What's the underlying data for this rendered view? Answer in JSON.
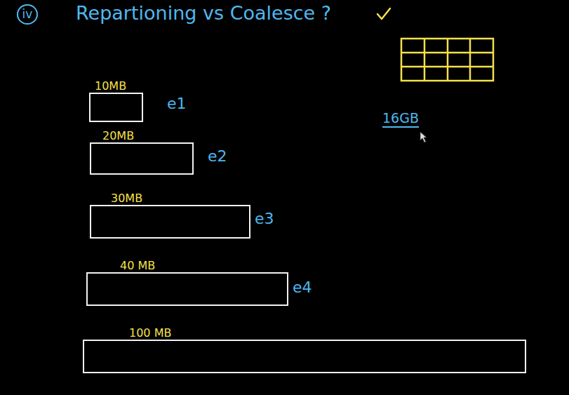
{
  "diagram": {
    "title": "Repartioning vs Coalesce ?",
    "nodes": [
      {
        "text": [
          "10MB",
          "e1"
        ]
      },
      {
        "text": [
          "20MB",
          "e2"
        ]
      },
      {
        "text": [
          "30MB",
          "e3"
        ]
      },
      {
        "text": [
          "40 MB",
          "e4"
        ]
      },
      {
        "text": [
          "100 MB"
        ]
      }
    ],
    "labels": [
      "iv",
      "16GB"
    ]
  }
}
